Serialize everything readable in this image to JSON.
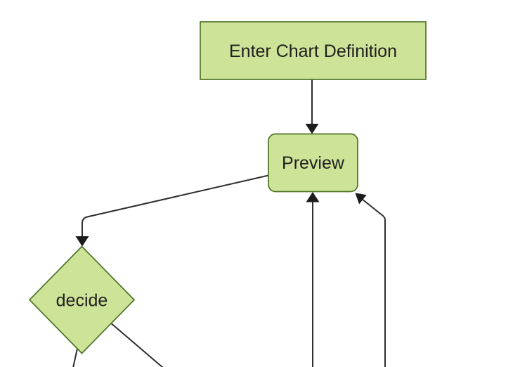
{
  "diagram": {
    "kind": "flowchart",
    "direction": "top-down",
    "nodes": {
      "enter_chart_definition": {
        "label": "Enter Chart Definition",
        "shape": "rectangle"
      },
      "preview": {
        "label": "Preview",
        "shape": "rounded-rectangle"
      },
      "decide": {
        "label": "decide",
        "shape": "diamond"
      }
    },
    "edges": [
      {
        "from": "enter_chart_definition",
        "to": "preview",
        "arrow": true
      },
      {
        "from": "preview",
        "to": "decide",
        "arrow": true
      },
      {
        "from": "decide",
        "to": "offscreen-bottom-left",
        "arrow": false
      },
      {
        "from": "decide",
        "to": "offscreen-bottom-right",
        "arrow": false
      },
      {
        "from": "offscreen-bottom-center",
        "to": "preview",
        "arrow": true
      },
      {
        "from": "offscreen-bottom-right",
        "to": "preview",
        "arrow": true
      }
    ]
  },
  "colors": {
    "background": "#ffffff",
    "node_fill": "#cde498",
    "node_border": "#4d7327",
    "edge_line": "#2e2e2e",
    "arrowhead": "#1c1c1c",
    "label_text": "#1f1f1f"
  }
}
